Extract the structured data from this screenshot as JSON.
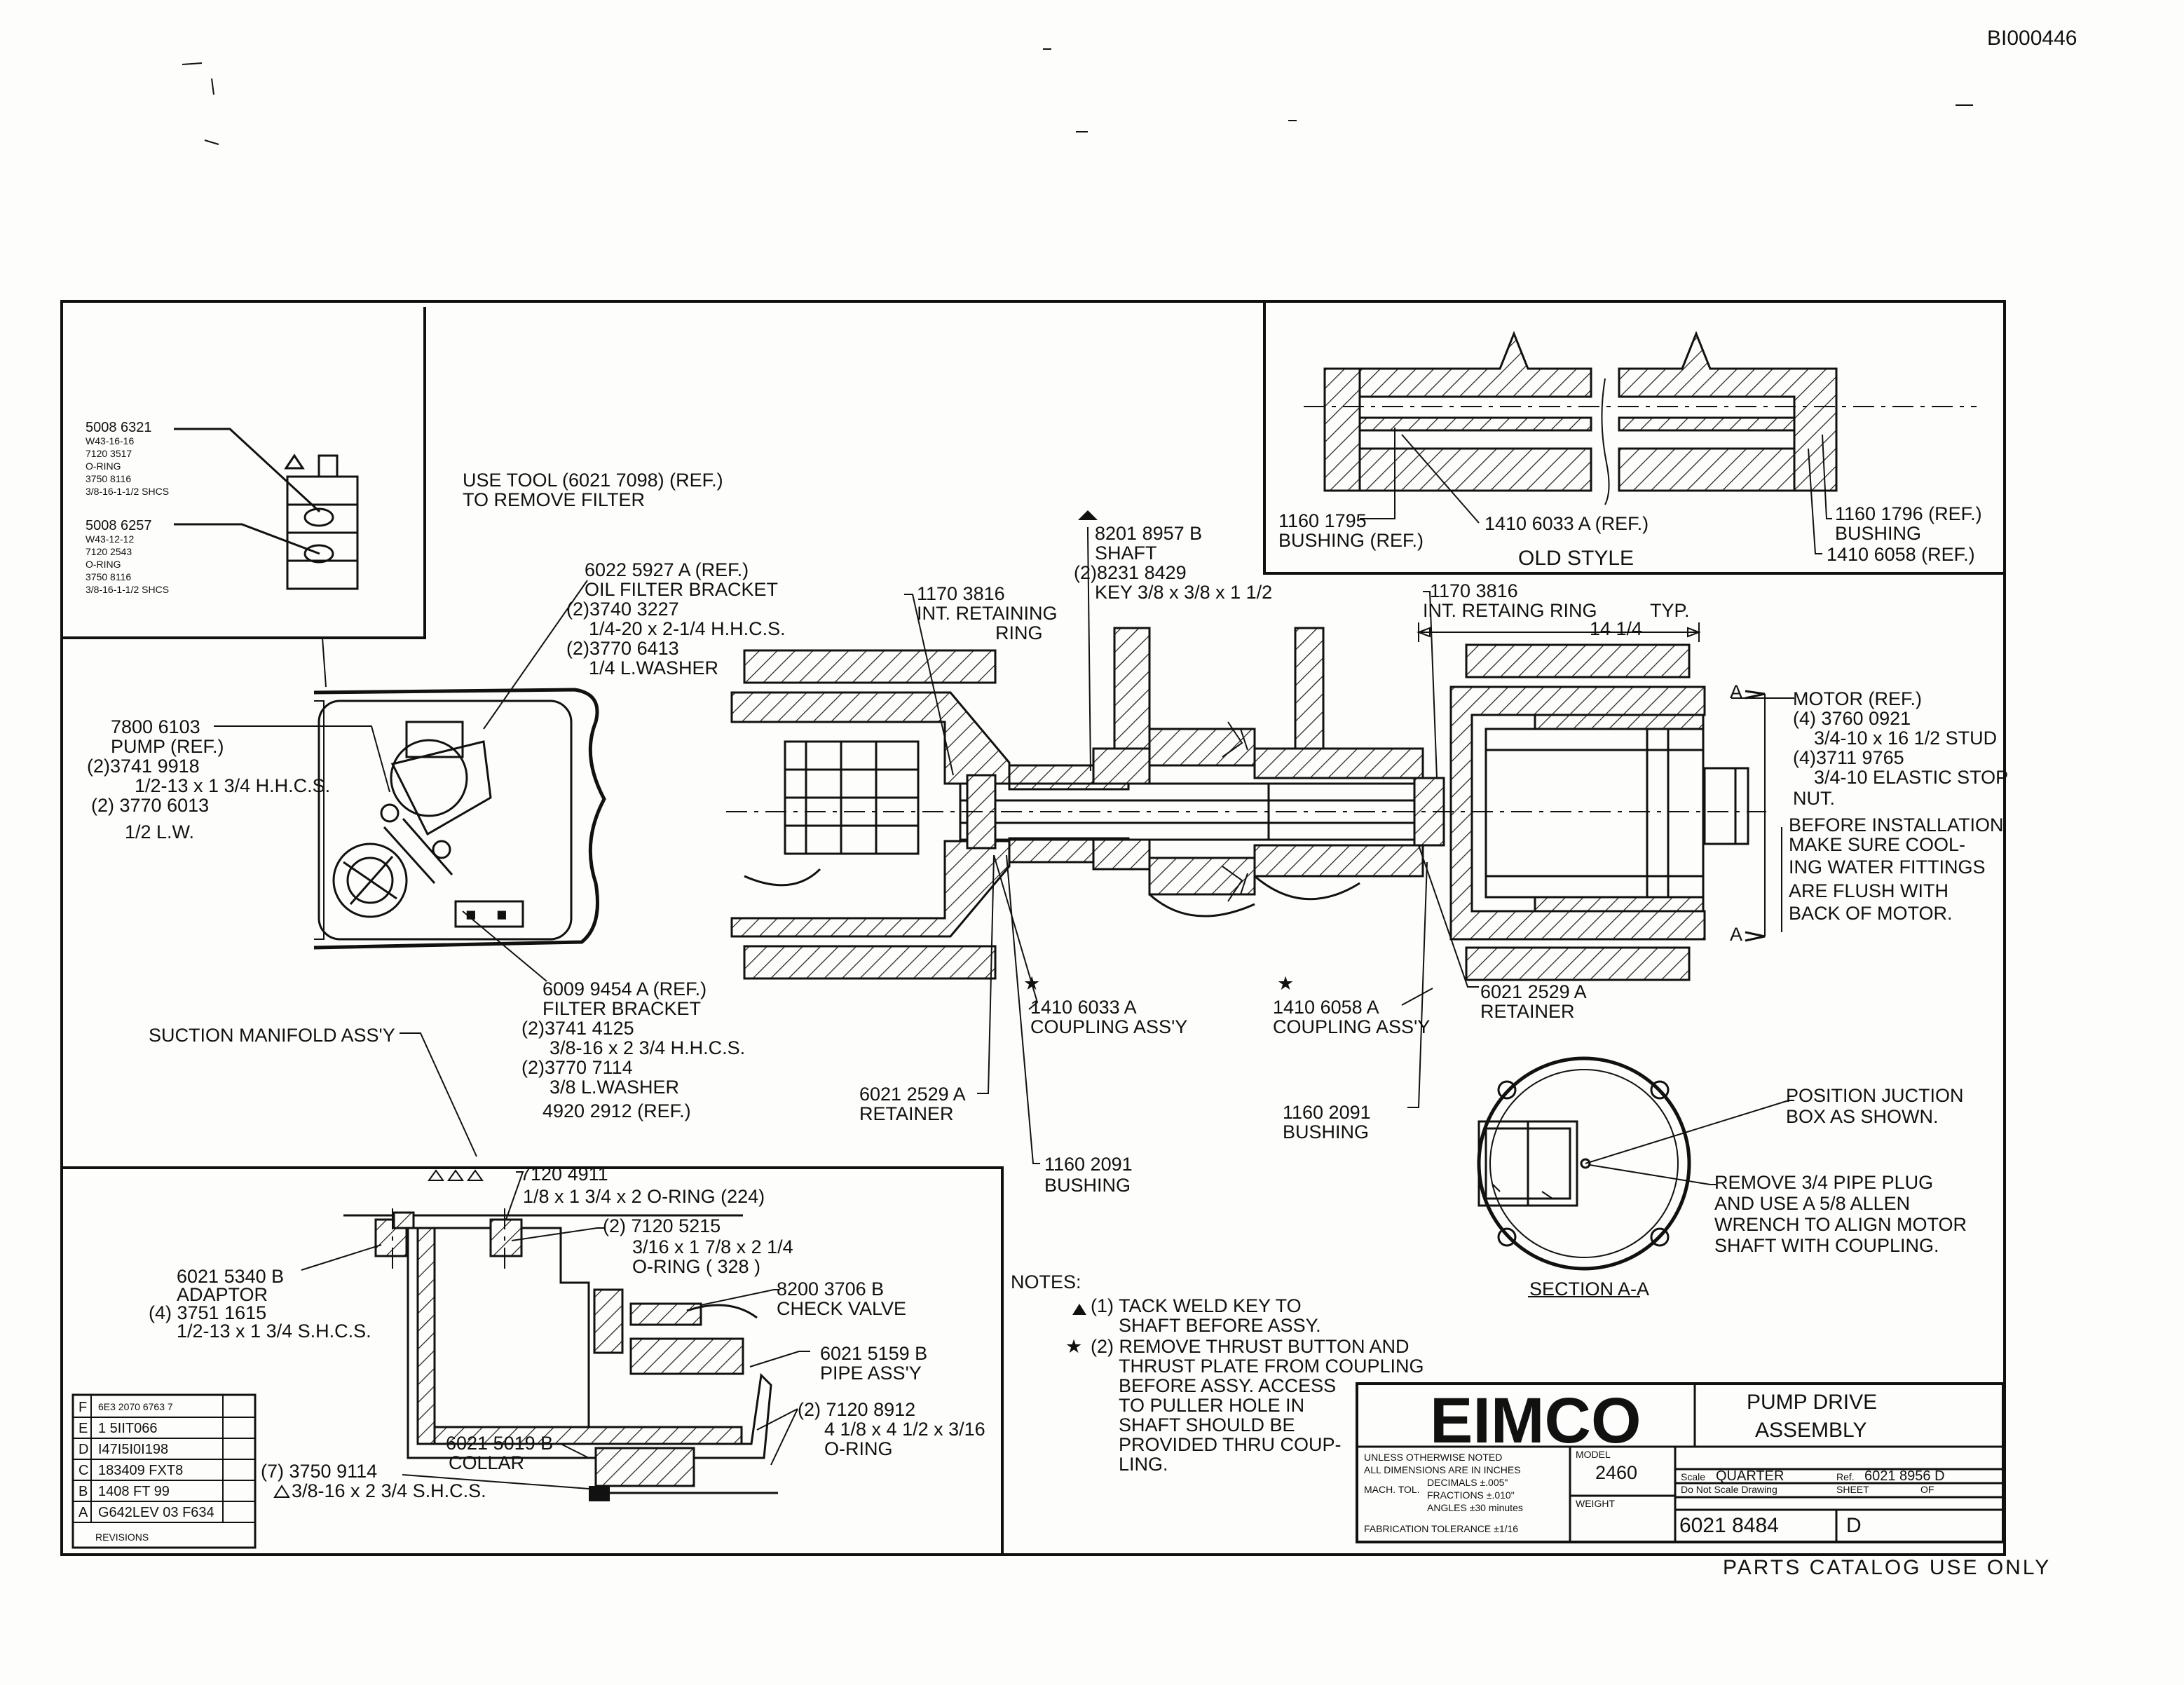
{
  "doc_id": "BI000446",
  "footer": "PARTS CATALOG USE ONLY",
  "title_block": {
    "logo": "EIMCO",
    "title_line1": "PUMP DRIVE",
    "title_line2": "ASSEMBLY",
    "general_notes": [
      "UNLESS OTHERWISE NOTED",
      "ALL DIMENSIONS ARE IN INCHES",
      "DECIMALS ±.005\"",
      "FRACTIONS ±.010\"",
      "ANGLES ±30 minutes",
      "FABRICATION TOLERANCE ±1/16"
    ],
    "mach_tol": "MACH. TOL.",
    "model_label": "MODEL",
    "model": "2460",
    "weight_label": "WEIGHT",
    "scale_label": "Scale",
    "scale": "QUARTER",
    "ref_label": "Ref.",
    "ref": "6021 8956 D",
    "do_not_scale": "Do Not Scale Drawing",
    "sheet_label": "SHEET",
    "sheet_of": "OF",
    "part_no": "6021 8484",
    "revision": "D"
  },
  "revisions": {
    "rows": [
      {
        "letter": "F",
        "text": "6E3 2070 6763 7"
      },
      {
        "letter": "E",
        "text": "1 5IIT066"
      },
      {
        "letter": "D",
        "text": "I47I5I0I198"
      },
      {
        "letter": "C",
        "text": "183409 FXT8"
      },
      {
        "letter": "B",
        "text": "1408 FT 99"
      },
      {
        "letter": "A",
        "text": "G642LEV 03 F634"
      }
    ],
    "footer": "REVISIONS"
  },
  "callouts": {
    "tool": [
      "USE TOOL (6021 7098) (REF.)",
      "TO REMOVE FILTER"
    ],
    "filter_upper": [
      "5008 6321",
      "W43-16-16",
      "7120 3517",
      "O-RING",
      "3750 8116",
      "3/8-16-1-1/2 SHCS"
    ],
    "filter_lower": [
      "5008 6257",
      "W43-12-12",
      "7120 2543",
      "O-RING",
      "3750 8116",
      "3/8-16-1-1/2 SHCS"
    ],
    "oil_filter_bracket": [
      "6022 5927 A (REF.)",
      "OIL FILTER BRACKET",
      "(2)3740 3227",
      "1/4-20 x 2-1/4 H.H.C.S.",
      "(2)3770 6413",
      "1/4 L.WASHER"
    ],
    "pump": [
      "7800 6103",
      "PUMP (REF.)",
      "(2)3741 9918",
      "1/2-13 x 1 3/4 H.H.C.S.",
      "(2) 3770 6013",
      "1/2 L.W."
    ],
    "filter_bracket": [
      "6009 9454 A (REF.)",
      "FILTER BRACKET",
      "(2)3741 4125",
      "3/8-16 x 2 3/4 H.H.C.S.",
      "(2)3770 7114",
      "3/8 L.WASHER",
      "4920 2912 (REF.)"
    ],
    "suction_manifold": "SUCTION MANIFOLD ASS'Y",
    "shaft": [
      "8201 8957 B",
      "SHAFT",
      "(2)8231 8429",
      "KEY 3/8 x 3/8 x 1 1/2"
    ],
    "int_ring_left": [
      "1170 3816",
      "INT. RETAINING",
      "RING"
    ],
    "int_ring_right": [
      "1170 3816",
      "INT. RETAING RING"
    ],
    "typ": "TYP.",
    "dim_14": "14 1/4",
    "motor": [
      "MOTOR (REF.)",
      "(4) 3760 0921",
      "3/4-10 x 16 1/2 STUD",
      "(4)3711 9765",
      "3/4-10 ELASTIC STOP",
      "NUT.",
      "BEFORE INSTALLATION",
      "MAKE SURE COOL-",
      "ING WATER FITTINGS",
      "ARE FLUSH WITH",
      "BACK OF MOTOR."
    ],
    "section_marker": "A",
    "coupling_left": [
      "1410 6033 A",
      "COUPLING ASS'Y"
    ],
    "coupling_right": [
      "1410 6058 A",
      "COUPLING ASS'Y"
    ],
    "retainer_right": [
      "6021 2529 A",
      "RETAINER"
    ],
    "retainer_left": [
      "6021 2529 A",
      "RETAINER"
    ],
    "bushing_left": [
      "1160 2091",
      "BUSHING"
    ],
    "bushing_right": [
      "1160 2091",
      "BUSHING"
    ],
    "old_style": "OLD STYLE",
    "old_bushing_left": [
      "1160 1795",
      "BUSHING (REF.)"
    ],
    "old_coupling": "1410 6033 A (REF.)",
    "old_bushing_right": [
      "1160 1796 (REF.)",
      "BUSHING",
      "1410 6058 (REF.)"
    ],
    "position_box": [
      "POSITION JUCTION",
      "BOX AS SHOWN."
    ],
    "remove_plug": [
      "REMOVE 3/4 PIPE PLUG",
      "AND USE A 5/8 ALLEN",
      "WRENCH TO ALIGN MOTOR",
      "SHAFT WITH COUPLING."
    ],
    "section_aa": "SECTION A-A",
    "oring_224": [
      "7120 4911",
      "1/8 x 1 3/4 x 2 O-RING (224)"
    ],
    "oring_328": [
      "(2) 7120 5215",
      "3/16 x 1 7/8 x 2 1/4",
      "O-RING ( 328 )"
    ],
    "adaptor": [
      "6021 5340 B",
      "ADAPTOR",
      "(4) 3751 1615",
      "1/2-13 x 1 3/4 S.H.C.S."
    ],
    "check_valve": [
      "8200 3706 B",
      "CHECK VALVE"
    ],
    "pipe_assy": [
      "6021 5159 B",
      "PIPE ASS'Y"
    ],
    "oring_bottom": [
      "(2) 7120 8912",
      "4 1/8 x 4 1/2 x 3/16",
      "O-RING"
    ],
    "collar": [
      "6021 5019 B",
      "COLLAR"
    ],
    "shcs": [
      "(7) 3750 9114",
      "3/8-16 x 2 3/4 S.H.C.S."
    ],
    "notes_title": "NOTES:",
    "note1": [
      "(1) TACK WELD KEY TO",
      "SHAFT BEFORE ASSY."
    ],
    "note2": [
      "(2) REMOVE THRUST BUTTON AND",
      "THRUST PLATE FROM COUPLING",
      "BEFORE ASSY. ACCESS",
      "TO PULLER HOLE IN",
      "SHAFT SHOULD BE",
      "PROVIDED THRU COUP-",
      "LING."
    ]
  }
}
